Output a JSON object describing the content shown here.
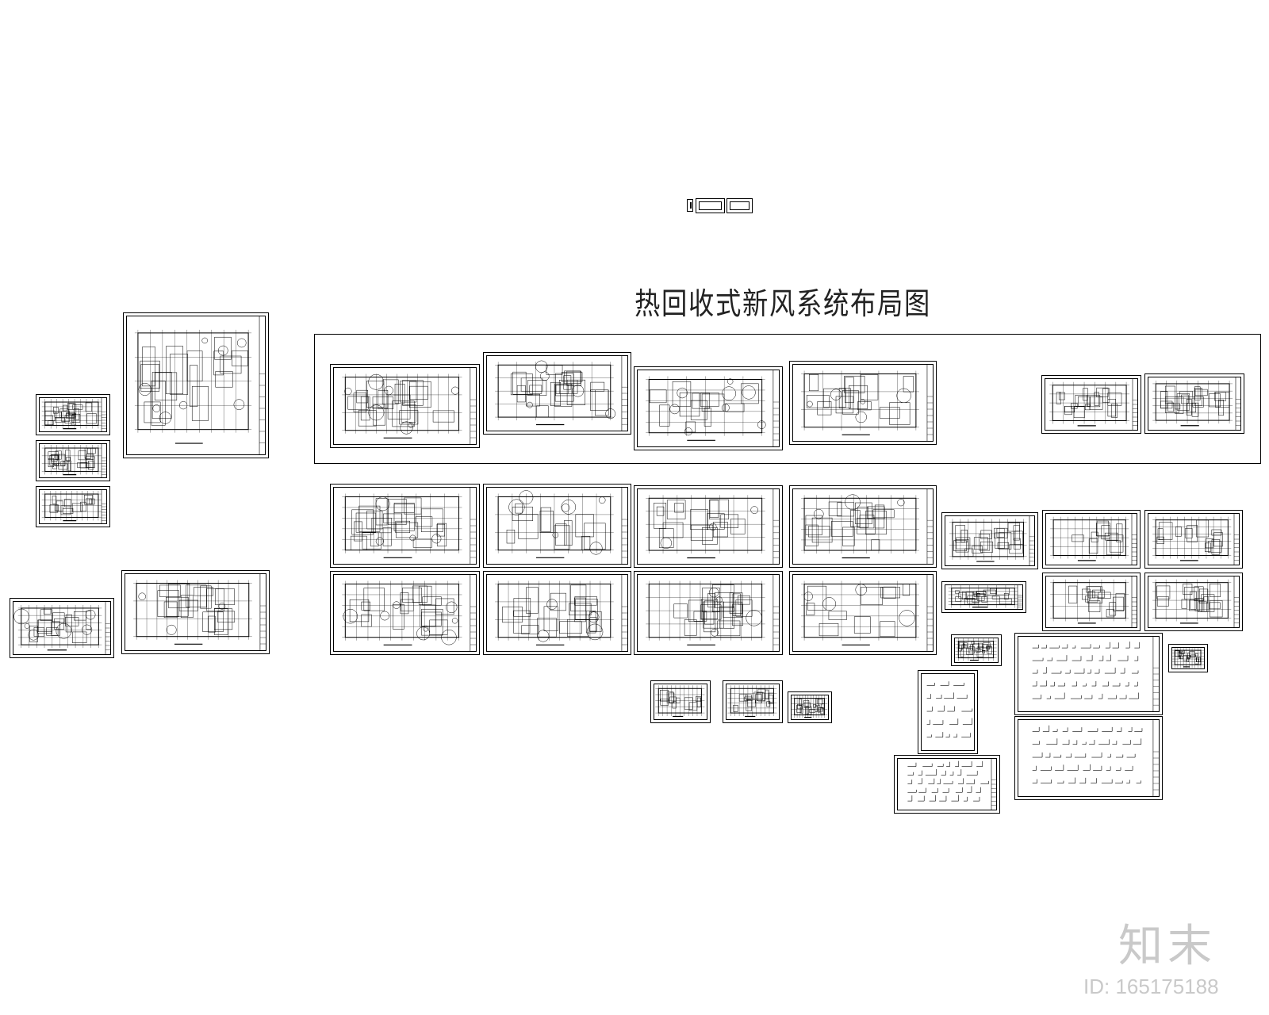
{
  "drawing": {
    "title": "热回收式新风系统布局图"
  },
  "watermark": {
    "brand": "知末",
    "id_label": "ID: 165175188"
  },
  "colors": {
    "line": "#000000",
    "background": "#ffffff",
    "watermark": "#c9c9c9"
  }
}
